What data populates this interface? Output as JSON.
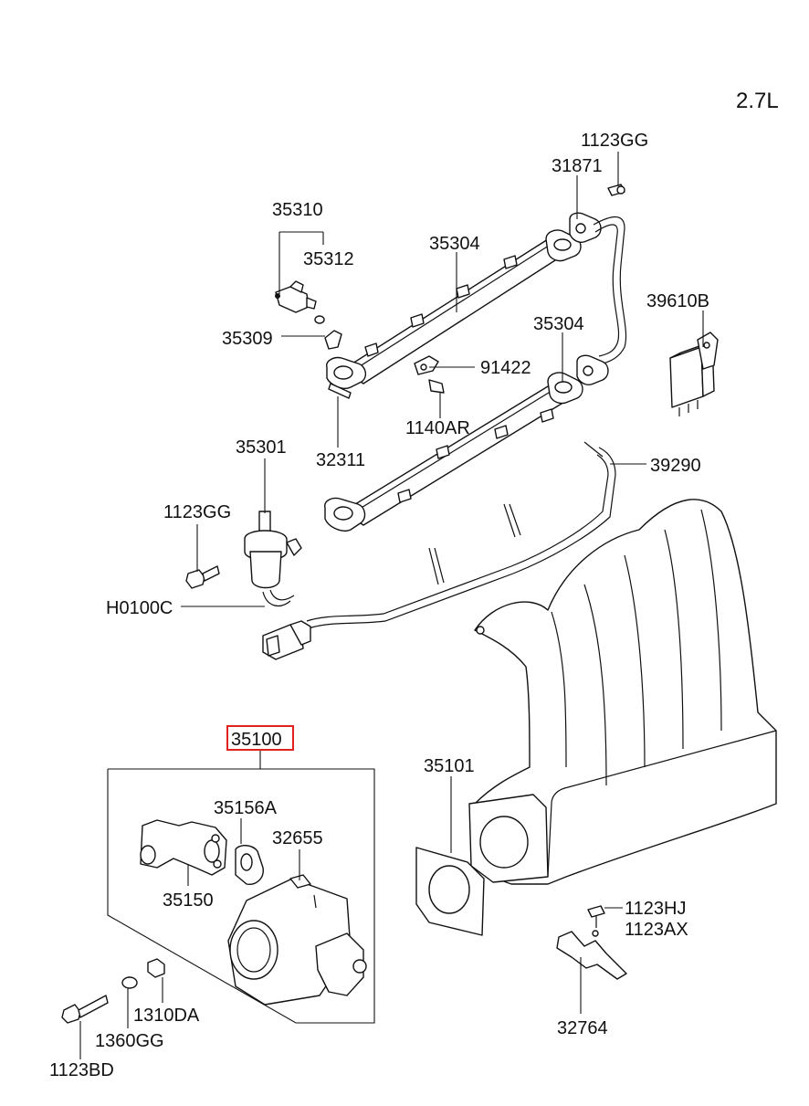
{
  "engine": "2.7L",
  "highlight_color": "#e0211d",
  "parts": {
    "p1123GG_top": "1123GG",
    "p31871": "31871",
    "p35310": "35310",
    "p35312": "35312",
    "p35304_a": "35304",
    "p35304_b": "35304",
    "p39610B": "39610B",
    "p35309": "35309",
    "p91422": "91422",
    "p1140AR": "1140AR",
    "p32311": "32311",
    "p35301": "35301",
    "p39290": "39290",
    "p1123GG_left": "1123GG",
    "pH0100C": "H0100C",
    "p35100": "35100",
    "p35101": "35101",
    "p35156A": "35156A",
    "p32655": "32655",
    "p35150": "35150",
    "p1123HJ": "1123HJ",
    "p1123AX": "1123AX",
    "p32764": "32764",
    "p1310DA": "1310DA",
    "p1360GG": "1360GG",
    "p1123BD": "1123BD"
  }
}
